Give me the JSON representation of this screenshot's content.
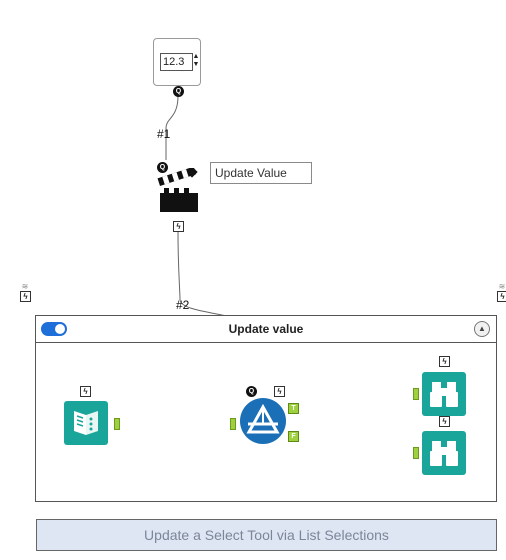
{
  "numeric_updown": {
    "value": "12.3",
    "spin_up": "▲",
    "spin_down": "▼"
  },
  "q_badge": "Q",
  "connection_1": "#1",
  "connection_2": "#2",
  "macro_label": "Update Value",
  "bolt_symbol": "ϟ",
  "container": {
    "title": "Update value",
    "collapse_symbol": "▲"
  },
  "true_badge": "T",
  "false_badge": "F",
  "caption": "Update a Select Tool via List Selections",
  "colors": {
    "teal_tool": "#1aa59a",
    "select_tool_blue": "#1a6fb6",
    "anchor_green": "#9fd13f",
    "toggle_blue": "#1e6fd9",
    "caption_bg": "#dfe6f3"
  },
  "icons": {
    "numeric_tool": "numeric-updown-icon",
    "macro_tool": "action-clapperboard-icon",
    "input_tool": "book-input-icon",
    "select_tool": "select-triangle-icon",
    "browse_tool": "binoculars-icon"
  }
}
